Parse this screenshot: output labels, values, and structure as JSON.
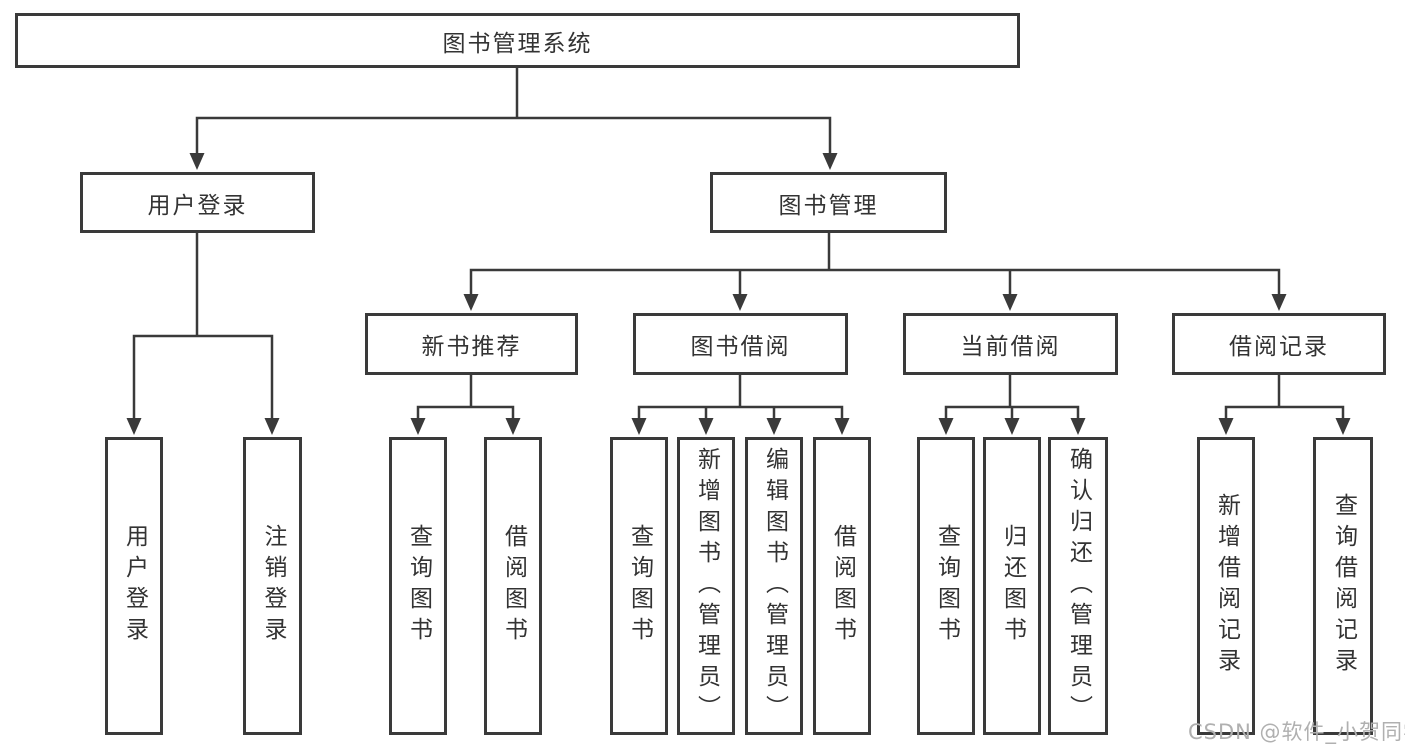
{
  "diagram_title": "图书管理系统",
  "nodes": {
    "root": "图书管理系统",
    "l2": [
      "用户登录",
      "图书管理"
    ],
    "l3": [
      "新书推荐",
      "图书借阅",
      "当前借阅",
      "借阅记录"
    ],
    "leaves_user": [
      "用户登录",
      "注销登录"
    ],
    "leaves_recommend": [
      "查询图书",
      "借阅图书"
    ],
    "leaves_borrow": [
      "查询图书",
      "新增图书（管理员）",
      "编辑图书（管理员）",
      "借阅图书"
    ],
    "leaves_current": [
      "查询图书",
      "归还图书",
      "确认归还（管理员）"
    ],
    "leaves_records": [
      "新增借阅记录",
      "查询借阅记录"
    ]
  },
  "watermark": "CSDN @软件_小贺同学",
  "colors": {
    "line": "#3a3a3a",
    "text": "#333333",
    "watermark": "#b0b0b0",
    "background": "#ffffff"
  }
}
